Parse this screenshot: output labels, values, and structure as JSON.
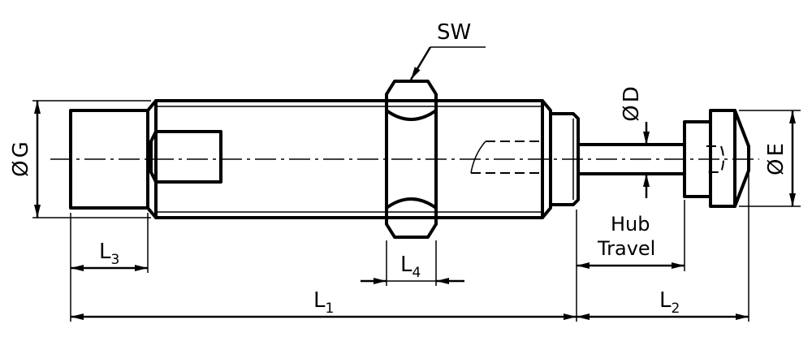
{
  "labels": {
    "sw": "SW",
    "od_g_symbol": "Ø",
    "od_g_letter": "G",
    "od_d_symbol": "Ø",
    "od_d_letter": "D",
    "od_e_symbol": "Ø",
    "od_e_letter": "E",
    "l3_main": "L",
    "l3_sub": "3",
    "l4_main": "L",
    "l4_sub": "4",
    "l1_main": "L",
    "l1_sub": "1",
    "l2_main": "L",
    "l2_sub": "2",
    "hub": "Hub",
    "travel": "Travel"
  }
}
